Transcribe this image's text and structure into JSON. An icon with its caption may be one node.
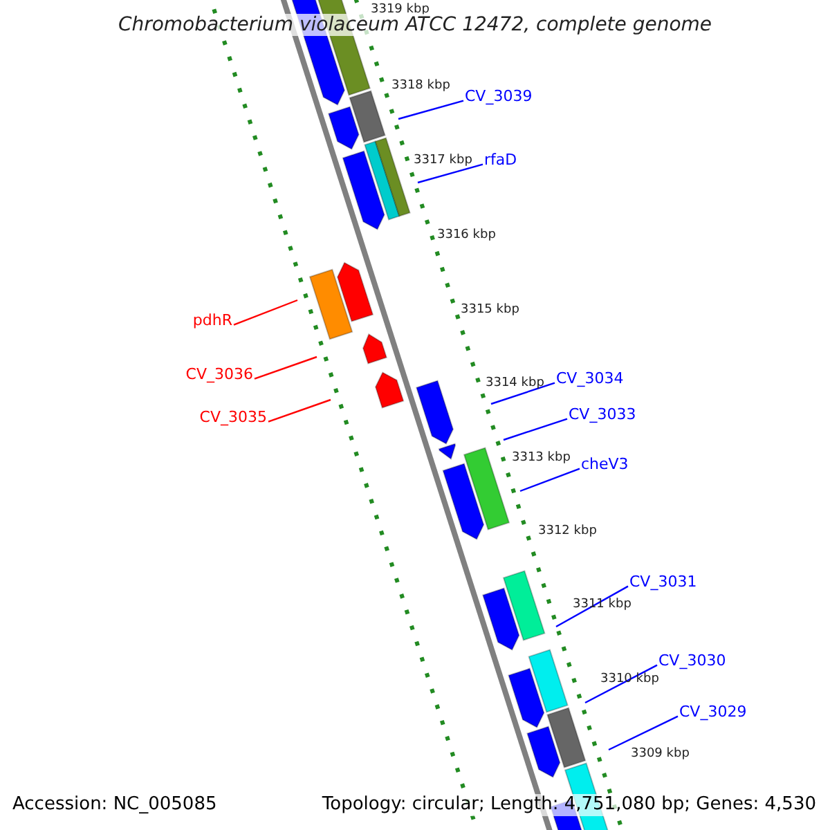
{
  "diagram": {
    "title": "Chromobacterium violaceum ATCC 12472, complete genome",
    "nodes": [
      {
        "text": [
          "CV_3039"
        ]
      },
      {
        "text": [
          "rfaD"
        ]
      },
      {
        "text": [
          "pdhR"
        ]
      },
      {
        "text": [
          "CV_3036"
        ]
      },
      {
        "text": [
          "CV_3034"
        ]
      },
      {
        "text": [
          "CV_3033"
        ]
      },
      {
        "text": [
          "CV_3035"
        ]
      },
      {
        "text": [
          "cheV3"
        ]
      },
      {
        "text": [
          "CV_3031"
        ]
      },
      {
        "text": [
          "CV_3030"
        ]
      },
      {
        "text": [
          "CV_3029"
        ]
      }
    ],
    "edges": [
      {
        "from": 0,
        "to": null,
        "arrow": "none"
      },
      {
        "from": 1,
        "to": null,
        "arrow": "none"
      },
      {
        "from": 2,
        "to": null,
        "arrow": "none",
        "color": "#ff0000"
      },
      {
        "from": 3,
        "to": null,
        "arrow": "none",
        "color": "#ff0000"
      },
      {
        "from": 4,
        "to": null,
        "arrow": "none"
      },
      {
        "from": 5,
        "to": null,
        "arrow": "none"
      },
      {
        "from": 6,
        "to": null,
        "arrow": "none",
        "color": "#ff0000"
      },
      {
        "from": 7,
        "to": null,
        "arrow": "none"
      },
      {
        "from": 8,
        "to": null,
        "arrow": "none"
      },
      {
        "from": 9,
        "to": null,
        "arrow": "none"
      },
      {
        "from": 10,
        "to": null,
        "arrow": "none"
      }
    ],
    "labels": [
      "3319 kbp",
      "3318 kbp",
      "3317 kbp",
      "3316 kbp",
      "3315 kbp",
      "3314 kbp",
      "3313 kbp",
      "3312 kbp",
      "3311 kbp",
      "3310 kbp",
      "3309 kbp",
      "Accession: NC_005085",
      "Topology: circular; Length: 4,751,080 bp; Genes: 4,530"
    ]
  }
}
